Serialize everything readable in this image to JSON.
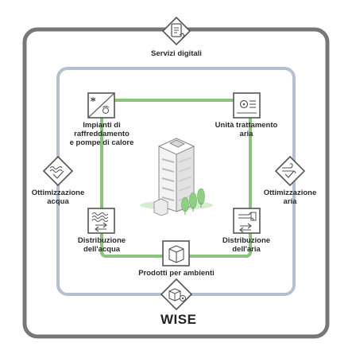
{
  "diagram": {
    "brand": "WISE",
    "labels": {
      "servizi_digitali": "Servizi digitali",
      "impianti": [
        "Impianti di",
        "raffreddamento",
        "e pompe di calore"
      ],
      "unita_trattamento": [
        "Unità trattamento",
        "aria"
      ],
      "ottimizzazione_acqua": [
        "Ottimizzazione",
        "acqua"
      ],
      "ottimizzazione_aria": [
        "Ottimizzazione",
        "aria"
      ],
      "distribuzione_acqua": [
        "Distribuzione",
        "dell'acqua"
      ],
      "distribuzione_aria": [
        "Distribuzione",
        "dell'aria"
      ],
      "prodotti_ambienti": "Prodotti per ambienti"
    },
    "icons": {
      "servizi_digitali": "tablet-hand-icon",
      "impianti": "chiller-heat-pump-icon",
      "unita_trattamento": "air-handling-unit-icon",
      "ottimizzazione_acqua": "water-optimization-icon",
      "ottimizzazione_aria": "air-optimization-icon",
      "distribuzione_acqua": "water-distribution-icon",
      "distribuzione_aria": "air-distribution-icon",
      "prodotti_ambienti": "room-unit-icon",
      "wise": "wise-cube-gear-icon",
      "building": "building-icon"
    },
    "colors": {
      "outer_frame": "#777777",
      "middle_frame": "#b4c0cf",
      "inner_frame": "#8cc47f",
      "icon_stroke": "#555555",
      "text": "#2b2b2b"
    }
  }
}
